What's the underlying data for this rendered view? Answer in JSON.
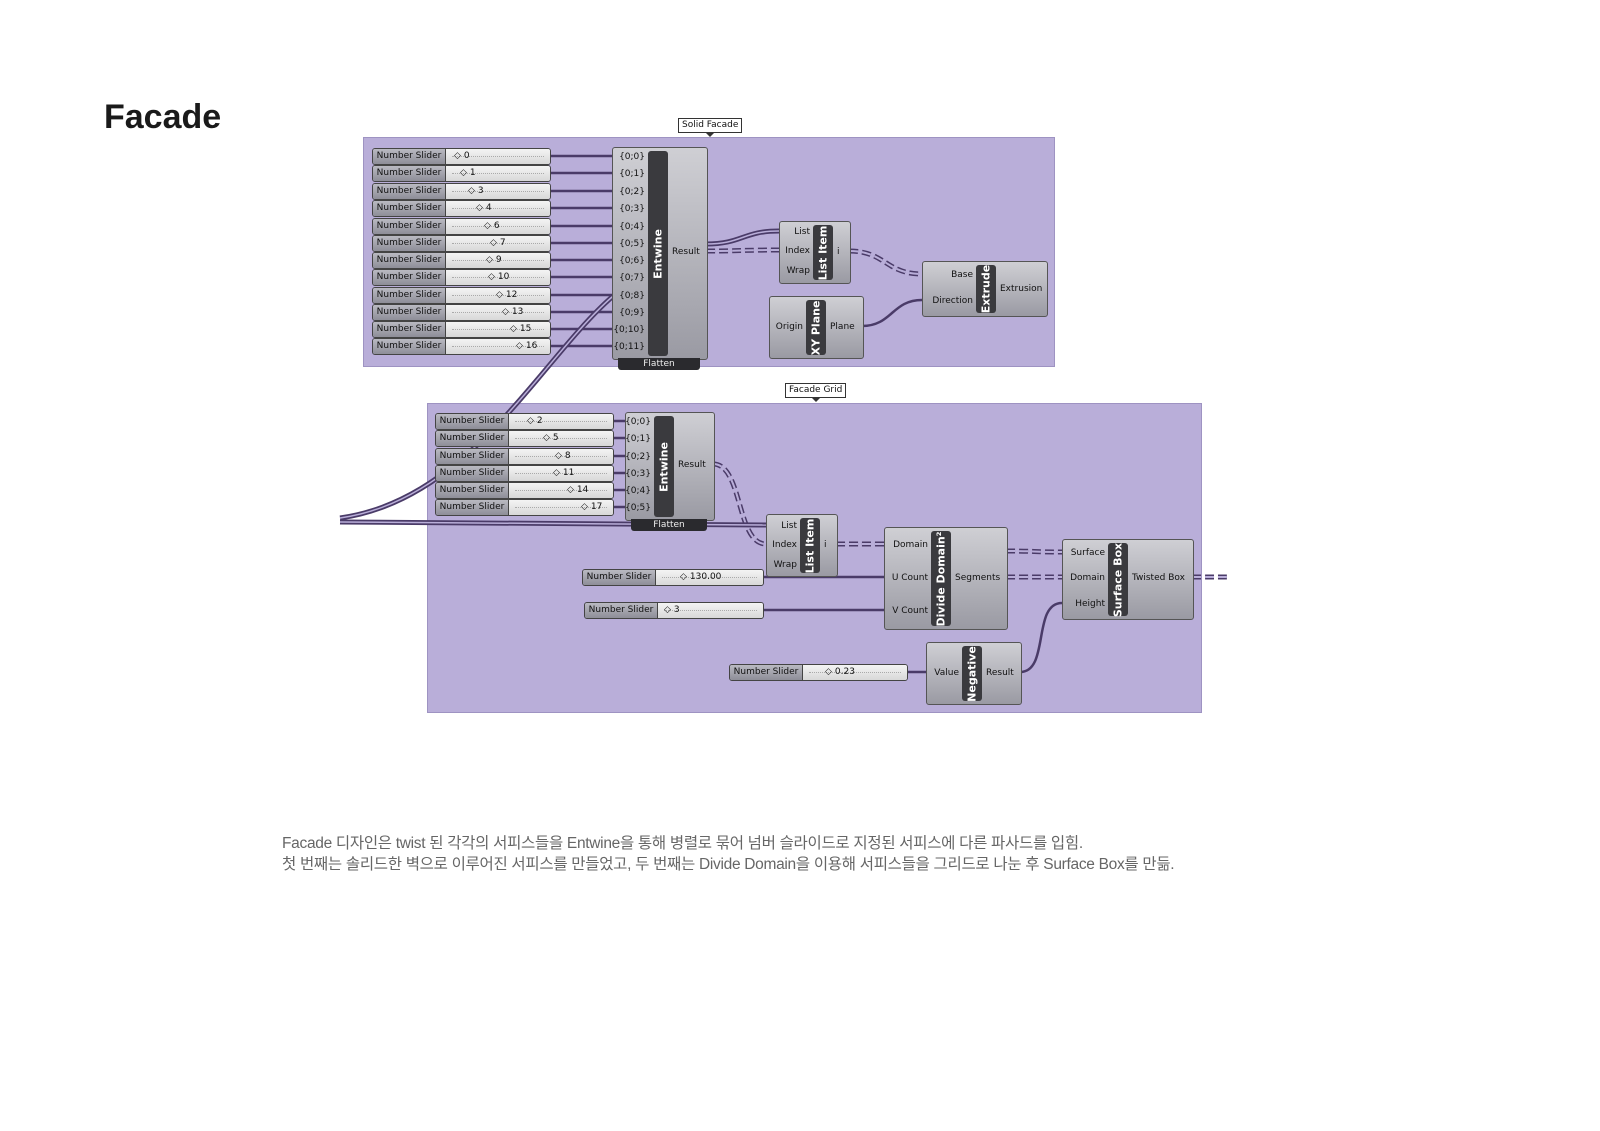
{
  "title": "Facade",
  "groups": {
    "solid": {
      "label": "Solid Facade"
    },
    "grid": {
      "label": "Facade Grid"
    }
  },
  "slider_label": "Number Slider",
  "solid_sliders": [
    "0",
    "1",
    "3",
    "4",
    "6",
    "7",
    "9",
    "10",
    "12",
    "13",
    "15",
    "16"
  ],
  "grid_sliders": [
    "2",
    "5",
    "8",
    "11",
    "14",
    "17"
  ],
  "extra_sliders": {
    "u": "130.00",
    "v": "3",
    "neg": "0.23"
  },
  "entwine1": {
    "name": "Entwine",
    "inputs": [
      "{0;0}",
      "{0;1}",
      "{0;2}",
      "{0;3}",
      "{0;4}",
      "{0;5}",
      "{0;6}",
      "{0;7}",
      "{0;8}",
      "{0;9}",
      "{0;10}",
      "{0;11}"
    ],
    "outputs": [
      "Result"
    ],
    "flag": "Flatten"
  },
  "entwine2": {
    "name": "Entwine",
    "inputs": [
      "{0;0}",
      "{0;1}",
      "{0;2}",
      "{0;3}",
      "{0;4}",
      "{0;5}"
    ],
    "outputs": [
      "Result"
    ],
    "flag": "Flatten"
  },
  "listitem1": {
    "name": "List Item",
    "inputs": [
      "List",
      "Index",
      "Wrap"
    ],
    "outputs": [
      "i"
    ]
  },
  "xyplane": {
    "name": "XY Plane",
    "inputs": [
      "Origin"
    ],
    "outputs": [
      "Plane"
    ]
  },
  "extrude": {
    "name": "Extrude",
    "inputs": [
      "Base",
      "Direction"
    ],
    "outputs": [
      "Extrusion"
    ]
  },
  "listitem2": {
    "name": "List Item",
    "inputs": [
      "List",
      "Index",
      "Wrap"
    ],
    "outputs": [
      "i"
    ]
  },
  "dividedomain": {
    "name": "Divide Domain²",
    "inputs": [
      "Domain",
      "U Count",
      "V Count"
    ],
    "outputs": [
      "Segments"
    ]
  },
  "surfacebox": {
    "name": "Surface Box",
    "inputs": [
      "Surface",
      "Domain",
      "Height"
    ],
    "outputs": [
      "Twisted Box"
    ]
  },
  "negative": {
    "name": "Negative",
    "inputs": [
      "Value"
    ],
    "outputs": [
      "Result"
    ]
  },
  "description": [
    "Facade 디자인은 twist 된 각각의 서피스들을 Entwine을 통해 병렬로 묶어 넘버 슬라이드로 지정된 서피스에 다른 파사드를 입힘.",
    "첫 번째는 솔리드한 벽으로 이루어진 서피스를 만들었고, 두 번째는 Divide Domain을 이용해 서피스들을 그리드로 나눈 후 Surface Box를 만듦."
  ],
  "colors": {
    "group": "#b9aed9",
    "wire": "#4a3b68"
  }
}
